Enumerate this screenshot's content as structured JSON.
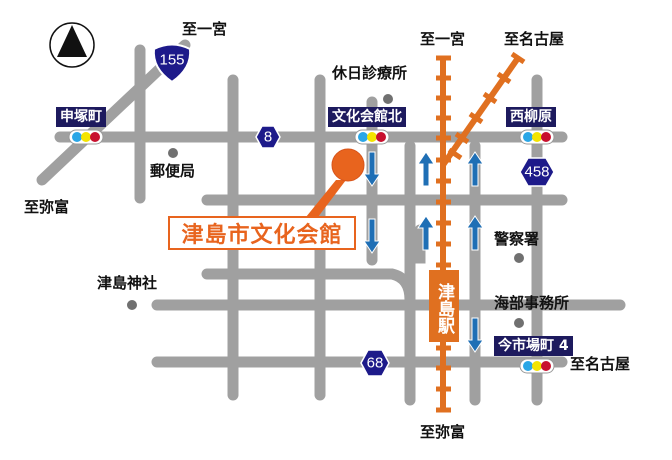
{
  "map": {
    "title": "津島市文化会館",
    "venue_label": "津島市文化会館",
    "station_label": "津島駅",
    "compass": "north-arrow",
    "directions": {
      "top_left": "至一宮",
      "top_rail": "至一宮",
      "top_right": "至名古屋",
      "left": "至弥富",
      "bottom": "至弥富",
      "bottom_right": "至名古屋"
    },
    "signals": [
      {
        "name": "申塚町"
      },
      {
        "name": "文化会館北"
      },
      {
        "name": "西柳原"
      },
      {
        "name": "今市場町 4"
      }
    ],
    "landmarks": [
      {
        "name": "休日診療所"
      },
      {
        "name": "郵便局"
      },
      {
        "name": "津島神社"
      },
      {
        "name": "警察署"
      },
      {
        "name": "海部事務所"
      }
    ],
    "routes": [
      {
        "number": "155",
        "type": "national"
      },
      {
        "number": "8",
        "type": "prefectural"
      },
      {
        "number": "458",
        "type": "prefectural"
      },
      {
        "number": "68",
        "type": "prefectural"
      }
    ],
    "colors": {
      "road": "#a0a0a0",
      "rail": "#e07020",
      "venue": "#e8641e",
      "sign": "#1d1a5e",
      "arrow": "#1f6fb5",
      "landmark_dot": "#707070"
    }
  }
}
